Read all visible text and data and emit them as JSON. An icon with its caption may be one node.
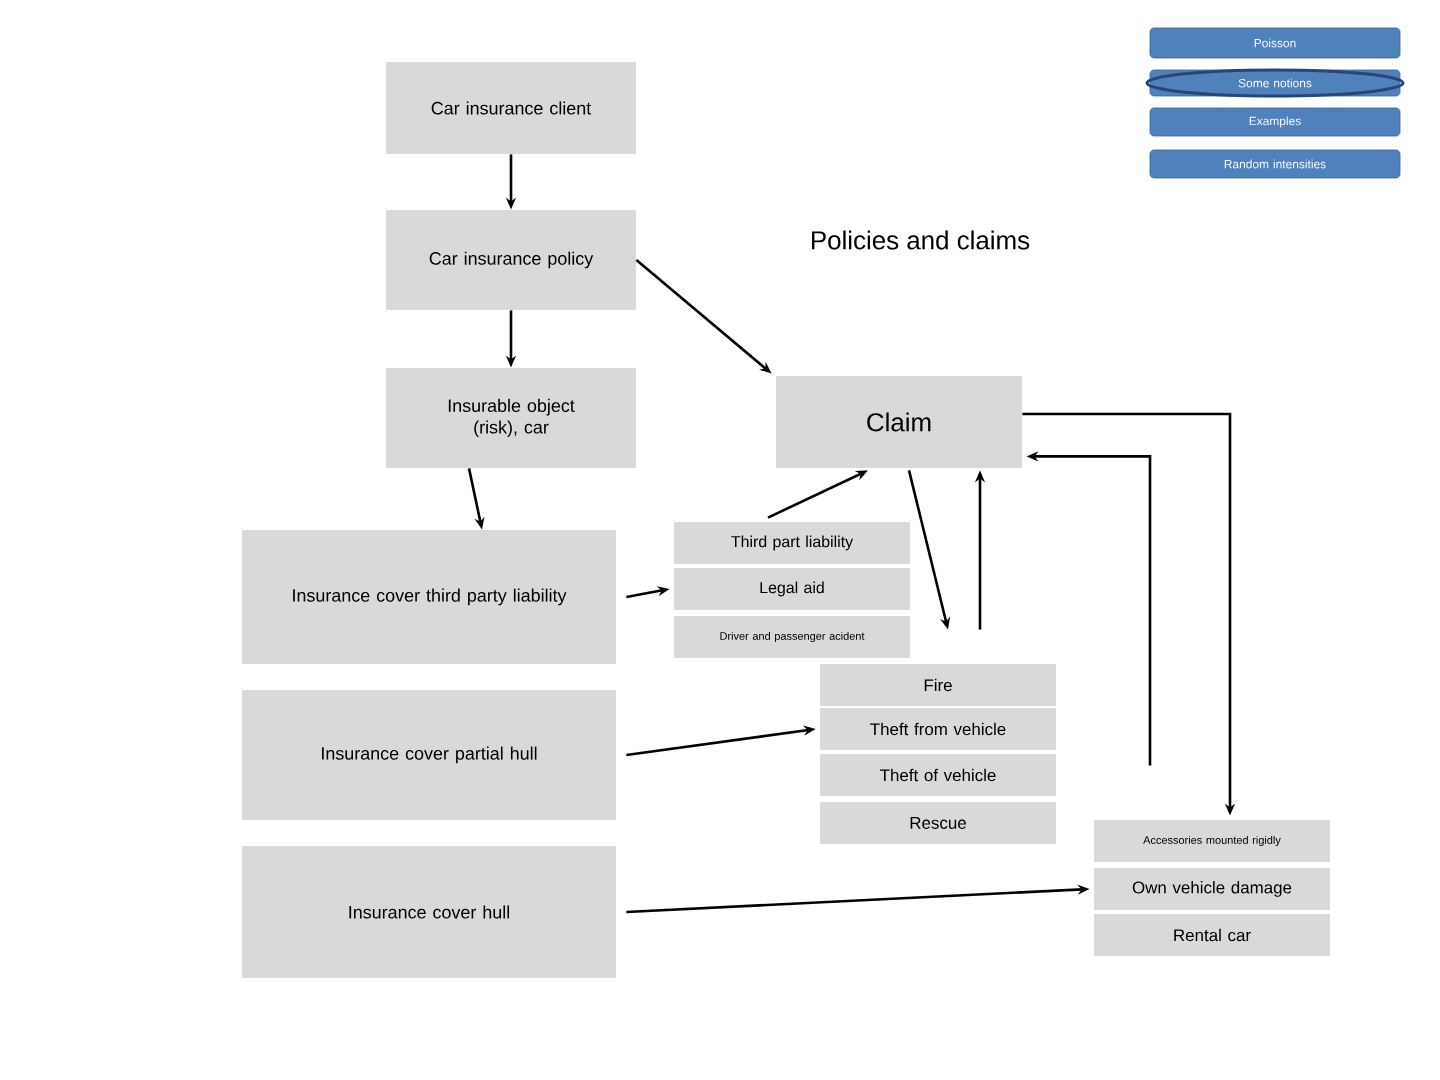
{
  "diagram": {
    "title": "Policies and claims",
    "nodes": [
      {
        "text": [
          "Poisson"
        ]
      },
      {
        "text": [
          "Some notions"
        ]
      },
      {
        "text": [
          "Examples"
        ]
      },
      {
        "text": [
          "Random intensities"
        ]
      },
      {
        "text": [
          "Car insurance client"
        ]
      },
      {
        "text": [
          "Car insurance policy"
        ]
      },
      {
        "text": [
          "Insurable object (risk), car"
        ]
      },
      {
        "text": [
          "Claim"
        ]
      },
      {
        "text": [
          "Insurance cover third party liability"
        ]
      },
      {
        "text": [
          "Third part liability"
        ]
      },
      {
        "text": [
          "Legal aid"
        ]
      },
      {
        "text": [
          "Driver and passenger acident"
        ]
      },
      {
        "text": [
          "Insurance cover partial hull"
        ]
      },
      {
        "text": [
          "Fire"
        ]
      },
      {
        "text": [
          "Theft from vehicle"
        ]
      },
      {
        "text": [
          "Theft of vehicle"
        ]
      },
      {
        "text": [
          "Rescue"
        ]
      },
      {
        "text": [
          "Insurance cover hull"
        ]
      },
      {
        "text": [
          "Accessories mounted rigidly"
        ]
      },
      {
        "text": [
          "Own vehicle damage"
        ]
      },
      {
        "text": [
          "Rental car"
        ]
      }
    ],
    "edges": [
      {
        "from": 4,
        "to": 5,
        "arrow": "to"
      },
      {
        "from": 5,
        "to": 6,
        "arrow": "to"
      },
      {
        "from": 5,
        "to": 7,
        "arrow": "to"
      },
      {
        "from": 6,
        "to": 8,
        "arrow": "to"
      },
      {
        "from": 8,
        "to": 10,
        "arrow": "to"
      },
      {
        "from": 9,
        "to": 7,
        "arrow": "to"
      },
      {
        "from": 7,
        "to": 13,
        "arrow": "to"
      },
      {
        "from": 13,
        "to": 7,
        "arrow": "to"
      },
      {
        "from": 7,
        "to": 18,
        "arrow": "to"
      },
      {
        "from": 18,
        "to": 7,
        "arrow": "to"
      },
      {
        "from": 12,
        "to": 14,
        "arrow": "to"
      },
      {
        "from": 17,
        "to": 19,
        "arrow": "to"
      }
    ]
  }
}
